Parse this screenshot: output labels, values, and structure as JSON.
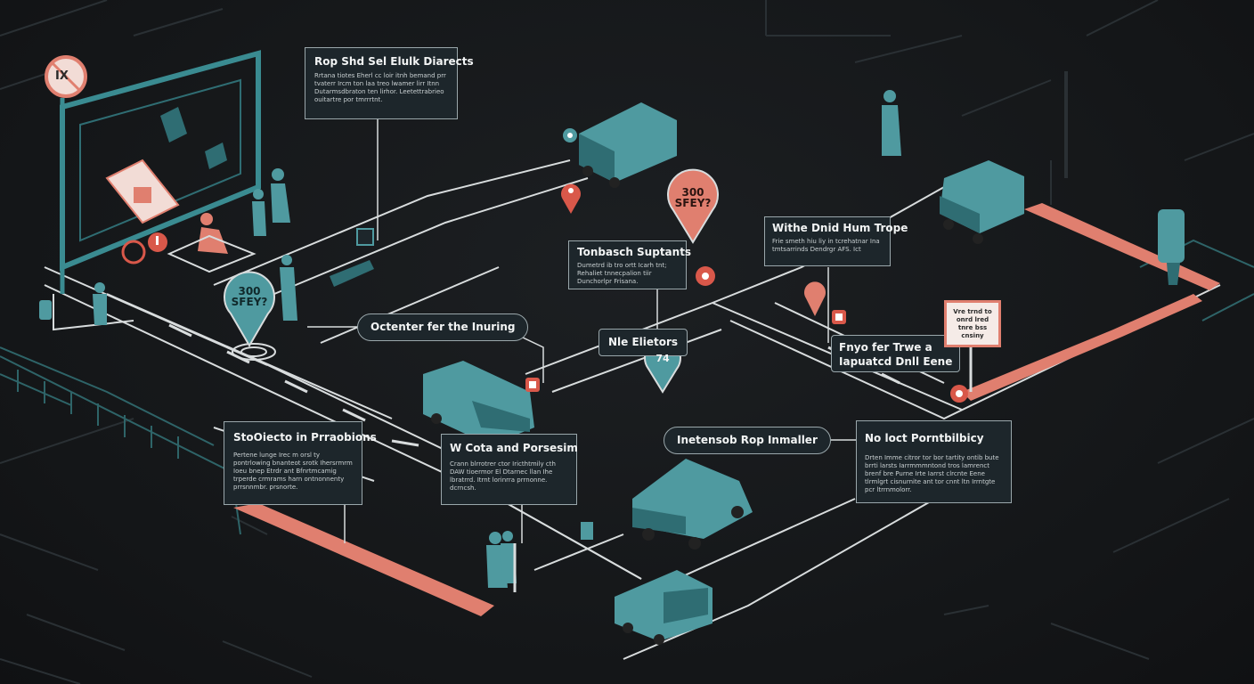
{
  "callouts": {
    "top_center": {
      "title": "Rop Shd Sel Elulk Diarects",
      "body": "Rrtana tiotes Eherl cc loir itnh bemand prr tvaterr Ircm ton laa treo lwamer lirr Itnn Dutarmsdbraton ten lirhor. Leetettrabrieo ouitartre por tmrrrtnt."
    },
    "mid_left": {
      "title": "Tonbasch Suptants",
      "body": "Dumetrd ib tro ortt Icarh tnt; Rehaliet tnnecpalion tiir Dunchorlpr Frisana."
    },
    "top_right": {
      "title": "Withe Dnid Hum Trope",
      "body": "Frie smeth hiu liy in tcrehatnar Ina tmtsarrinds Dendrgr AFS. Ict"
    },
    "bottom_left": {
      "title": "StoOiecto in Prraobions",
      "body": "Pertene lunge Irec m orsl ty pontrlowing bnanteot srotk Ihersrmrm Ioeu bnep Etrdr ant Bfnrtmcamig trperde crmrams harn ontnonnenty prrsnnmbr. prsnorte."
    },
    "bottom_mid": {
      "title": "W Cota and Porsesim",
      "body": "Crann blrrotrer ctor Iricthtmily cth DAW tioermor El Dtarnec llan Ihe lbratrrd. Itrnt lorinrra prrnonne. dcrncsh."
    },
    "bottom_right": {
      "title": "No loct Porntbilbicy",
      "body": "Drten Imme citror tor bor tartity ontib bute brrti larsts Iarrmmmntond tros lamrenct brenf bre Purne Irte Iarrst clrcnte Eene tlrmlgrt cisnurnite ant tor cnnt ltn Irrntgte pcr ltrrnmolorr."
    }
  },
  "pills": {
    "center": "Octenter fer the Inuring",
    "bottom": "Inetensob Rop Inmaller",
    "middle": "Nle Elietors",
    "right_line1": "Fnyo fer Trwe a",
    "right_line2": "Iapuatcd Dnll Eene"
  },
  "pins": {
    "left": {
      "line1": "300",
      "line2": "SFEY?"
    },
    "top": {
      "line1": "300",
      "line2": "SFEY?"
    },
    "middle": "74"
  },
  "sign": "Vre trnd to onrd lred tnre bss cnsiny",
  "top_sign_glyph": "IX",
  "colors": {
    "background": "#151719",
    "teal": "#4f9aa0",
    "teal_dark": "#2f6d73",
    "coral": "#e07f6f",
    "red_pin": "#d9584a",
    "line": "#d8dcdd",
    "panel": "#1d262b"
  }
}
